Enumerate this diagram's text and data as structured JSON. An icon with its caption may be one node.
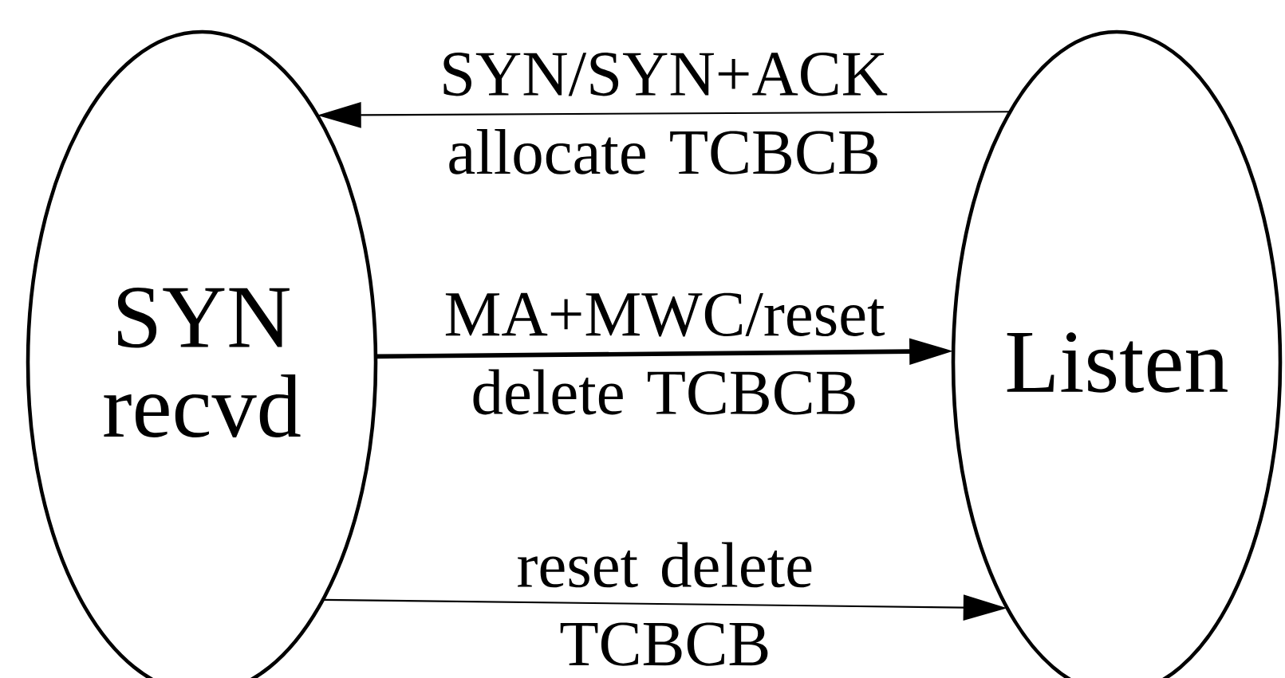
{
  "diagram": {
    "nodes": [
      {
        "text": [
          "SYN recvd"
        ]
      },
      {
        "text": [
          "Listen"
        ]
      }
    ],
    "edges": [
      {
        "from": 1,
        "to": 0,
        "arrow": "to",
        "label": "SYN/SYN+ACK allocate TCBCB"
      },
      {
        "from": 0,
        "to": 1,
        "arrow": "to",
        "label": "MA+MWC/reset delete TCBCB",
        "style": "thick"
      },
      {
        "from": 0,
        "to": 1,
        "arrow": "to",
        "label": "reset delete TCBCB"
      }
    ]
  }
}
